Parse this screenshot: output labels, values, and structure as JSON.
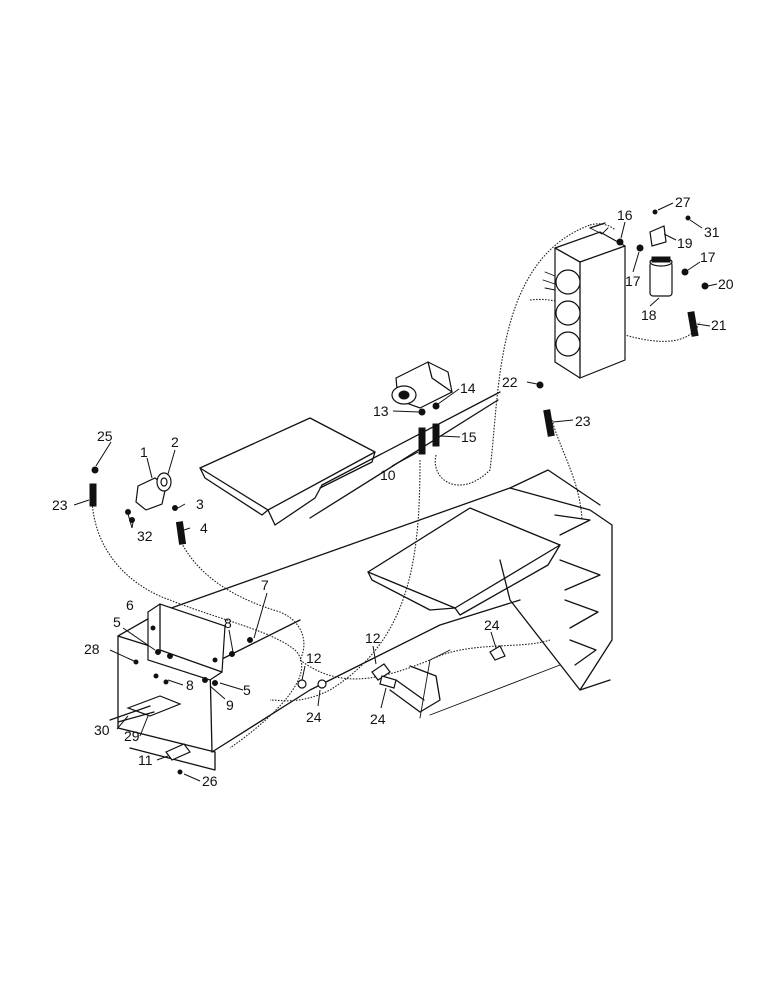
{
  "callouts": [
    {
      "id": "c1",
      "text": "1"
    },
    {
      "id": "c2",
      "text": "2"
    },
    {
      "id": "c3",
      "text": "3"
    },
    {
      "id": "c4",
      "text": "4"
    },
    {
      "id": "c5a",
      "text": "5"
    },
    {
      "id": "c5b",
      "text": "5"
    },
    {
      "id": "c6",
      "text": "6"
    },
    {
      "id": "c7",
      "text": "7"
    },
    {
      "id": "c8a",
      "text": "8"
    },
    {
      "id": "c8b",
      "text": "8"
    },
    {
      "id": "c9",
      "text": "9"
    },
    {
      "id": "c10",
      "text": "10"
    },
    {
      "id": "c11",
      "text": "11"
    },
    {
      "id": "c12a",
      "text": "12"
    },
    {
      "id": "c12b",
      "text": "12"
    },
    {
      "id": "c13",
      "text": "13"
    },
    {
      "id": "c14",
      "text": "14"
    },
    {
      "id": "c15",
      "text": "15"
    },
    {
      "id": "c16",
      "text": "16"
    },
    {
      "id": "c17a",
      "text": "17"
    },
    {
      "id": "c17b",
      "text": "17"
    },
    {
      "id": "c18",
      "text": "18"
    },
    {
      "id": "c19",
      "text": "19"
    },
    {
      "id": "c20",
      "text": "20"
    },
    {
      "id": "c21",
      "text": "21"
    },
    {
      "id": "c22",
      "text": "22"
    },
    {
      "id": "c23a",
      "text": "23"
    },
    {
      "id": "c23b",
      "text": "23"
    },
    {
      "id": "c24a",
      "text": "24"
    },
    {
      "id": "c24b",
      "text": "24"
    },
    {
      "id": "c24c",
      "text": "24"
    },
    {
      "id": "c25",
      "text": "25"
    },
    {
      "id": "c26",
      "text": "26"
    },
    {
      "id": "c27",
      "text": "27"
    },
    {
      "id": "c28",
      "text": "28"
    },
    {
      "id": "c29",
      "text": "29"
    },
    {
      "id": "c30",
      "text": "30"
    },
    {
      "id": "c31",
      "text": "31"
    },
    {
      "id": "c32",
      "text": "32"
    }
  ]
}
